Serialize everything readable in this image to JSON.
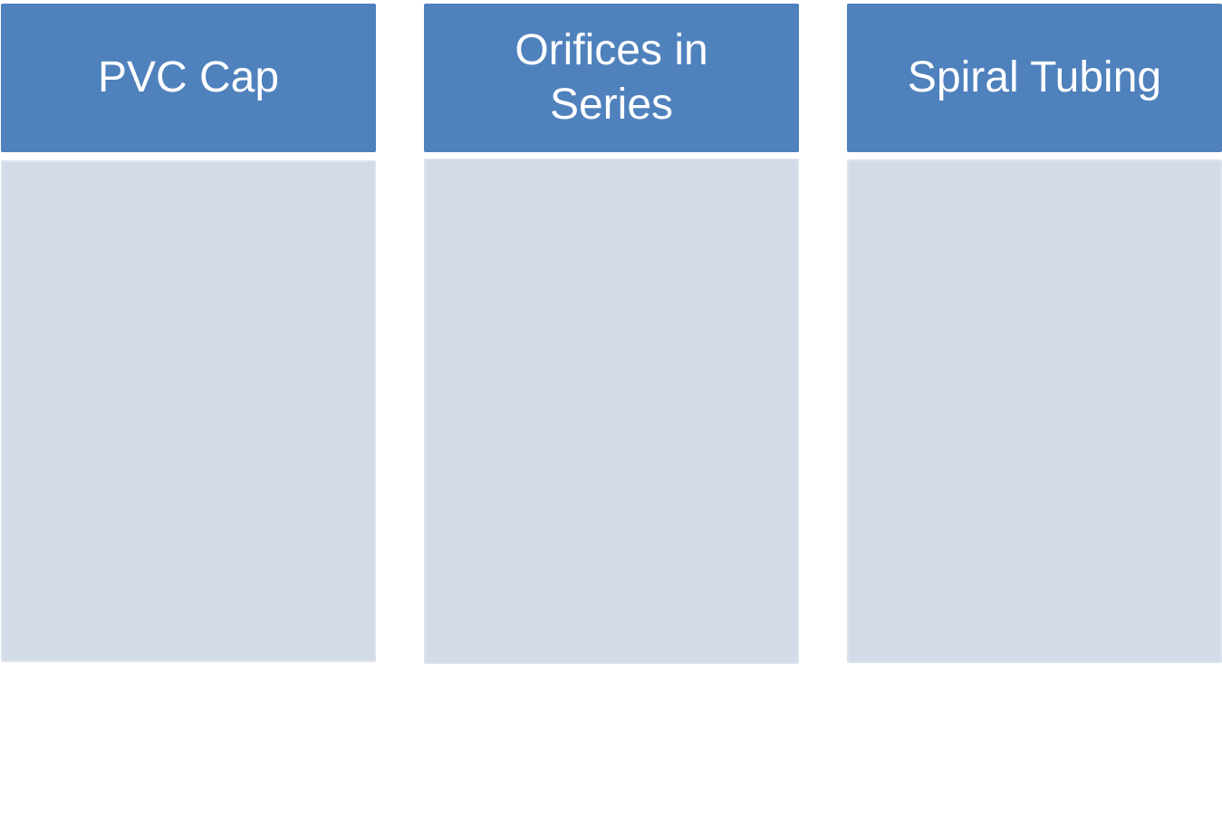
{
  "columns": [
    {
      "title": "PVC Cap"
    },
    {
      "title": "Orifices in Series"
    },
    {
      "title": "Spiral Tubing"
    }
  ],
  "colors": {
    "header_fill": "#4f81bd",
    "header_text": "#ffffff",
    "body_fill": "#d4dbe8"
  }
}
